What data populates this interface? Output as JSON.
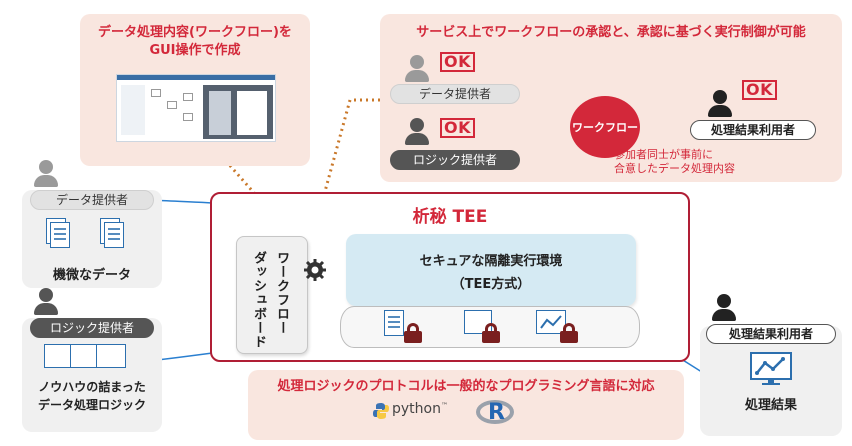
{
  "gui_panel": {
    "title_line1": "データ処理内容(ワークフロー)を",
    "title_line2": "GUI操作で作成"
  },
  "approval_panel": {
    "title": "サービス上でワークフローの承認と、承認に基づく実行制御が可能",
    "ok_label": "OK",
    "data_provider": "データ提供者",
    "logic_provider": "ロジック提供者",
    "workflow": "ワークフロー",
    "result_user": "処理結果利用者",
    "note_line1": "参加者同士が事前に",
    "note_line2": "合意したデータ処理内容"
  },
  "left_top": {
    "role": "データ提供者",
    "caption": "機微なデータ"
  },
  "left_bottom": {
    "role": "ロジック提供者",
    "caption_line1": "ノウハウの詰まった",
    "caption_line2": "データ処理ロジック"
  },
  "tee": {
    "title": "析秘 TEE",
    "env_line1": "セキュアな隔離実行環境",
    "env_line2": "（TEE方式）",
    "dashboard_col1": "ワークフロー",
    "dashboard_col2": "ダッシュボード"
  },
  "protocol_panel": {
    "title": "処理ロジックのプロトコルは一般的なプログラミング言語に対応",
    "python_label": "python",
    "python_tm": "™",
    "r_label": "R"
  },
  "right_result": {
    "role": "処理結果利用者",
    "caption": "処理結果"
  },
  "colors": {
    "accent_red": "#d3283a",
    "tee_border": "#b01e35",
    "peach_bg": "#f9e6df",
    "env_blue": "#d5eaf3",
    "arrow_blue": "#2a7fd0",
    "connector_red": "#c0203a",
    "dotted_orange": "#c9782a"
  }
}
